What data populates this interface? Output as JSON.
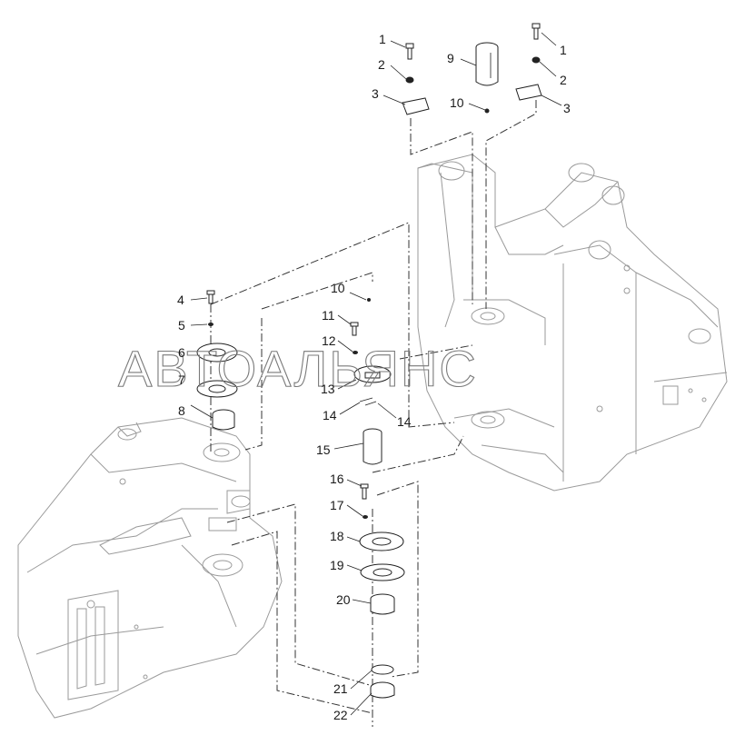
{
  "watermark": "АВТОАЛЬЯНС",
  "callouts": [
    {
      "id": "c1a",
      "text": "1"
    },
    {
      "id": "c2a",
      "text": "2"
    },
    {
      "id": "c3a",
      "text": "3"
    },
    {
      "id": "c9",
      "text": "9"
    },
    {
      "id": "c10a",
      "text": "10"
    },
    {
      "id": "c1b",
      "text": "1"
    },
    {
      "id": "c2b",
      "text": "2"
    },
    {
      "id": "c3b",
      "text": "3"
    },
    {
      "id": "c4",
      "text": "4"
    },
    {
      "id": "c5",
      "text": "5"
    },
    {
      "id": "c6",
      "text": "6"
    },
    {
      "id": "c7",
      "text": "7"
    },
    {
      "id": "c8",
      "text": "8"
    },
    {
      "id": "c10b",
      "text": "10"
    },
    {
      "id": "c11",
      "text": "11"
    },
    {
      "id": "c12",
      "text": "12"
    },
    {
      "id": "c13",
      "text": "13"
    },
    {
      "id": "c14a",
      "text": "14"
    },
    {
      "id": "c14b",
      "text": "14"
    },
    {
      "id": "c15",
      "text": "15"
    },
    {
      "id": "c16",
      "text": "16"
    },
    {
      "id": "c17",
      "text": "17"
    },
    {
      "id": "c18",
      "text": "18"
    },
    {
      "id": "c19",
      "text": "19"
    },
    {
      "id": "c20",
      "text": "20"
    },
    {
      "id": "c21",
      "text": "21"
    },
    {
      "id": "c22",
      "text": "22"
    }
  ]
}
